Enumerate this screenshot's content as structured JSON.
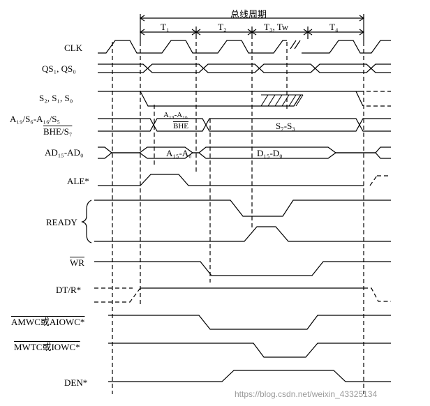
{
  "bus_cycle_label": "总线周期",
  "periods": [
    "T₁",
    "T₂",
    "T₃, Tw",
    "T₄"
  ],
  "signals": {
    "clk": "CLK",
    "qs": "QS₁, QS₀",
    "s": "S₂, S₁, S₀",
    "addr_status_a": "A₁₉/S₆-A₁₆/S₅",
    "bhe_s7": "BHE/S₇",
    "ad": "AD₁₅-AD₀",
    "ale": "ALE*",
    "ready": "READY",
    "wr": "WR",
    "dtr": "DT/R*",
    "amwc": "AMWC或AIOWC*",
    "mwtc": "MWTC或IOWC*",
    "den": "DEN*"
  },
  "bus_labels": {
    "a19_a16": "A₁₉-A₁₆",
    "bhe": "BHE",
    "s7_s3": "S₇-S₃",
    "a15_a0": "A₁₅-A₀",
    "d15_d0": "D₁₅-D₀"
  },
  "watermark": "https://blog.csdn.net/weixin_43325134"
}
